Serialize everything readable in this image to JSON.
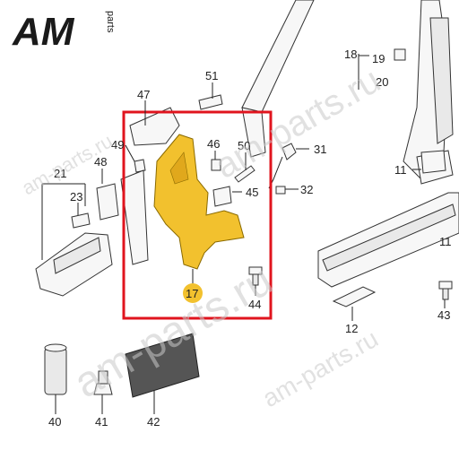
{
  "logo": {
    "text_am": "AM",
    "text_parts": "parts",
    "accent": "#e30613"
  },
  "watermarks": [
    "am-parts.ru",
    "am-parts.ru",
    "am-parts.ru",
    "am-parts.ru",
    "am-parts.ru"
  ],
  "callouts": {
    "c11a": "11",
    "c11b": "11",
    "c12": "12",
    "c17": "17",
    "c18": "18",
    "c19": "19",
    "c20": "20",
    "c21": "21",
    "c23": "23",
    "c31": "31",
    "c32": "32",
    "c40": "40",
    "c41": "41",
    "c42": "42",
    "c43": "43",
    "c44": "44",
    "c45": "45",
    "c46": "46",
    "c47": "47",
    "c48": "48",
    "c49": "49",
    "c50": "50",
    "c51": "51"
  },
  "colors": {
    "highlight_box": "#e0141e",
    "highlight_part": "#f2c12e",
    "badge": "#f2c12e"
  }
}
